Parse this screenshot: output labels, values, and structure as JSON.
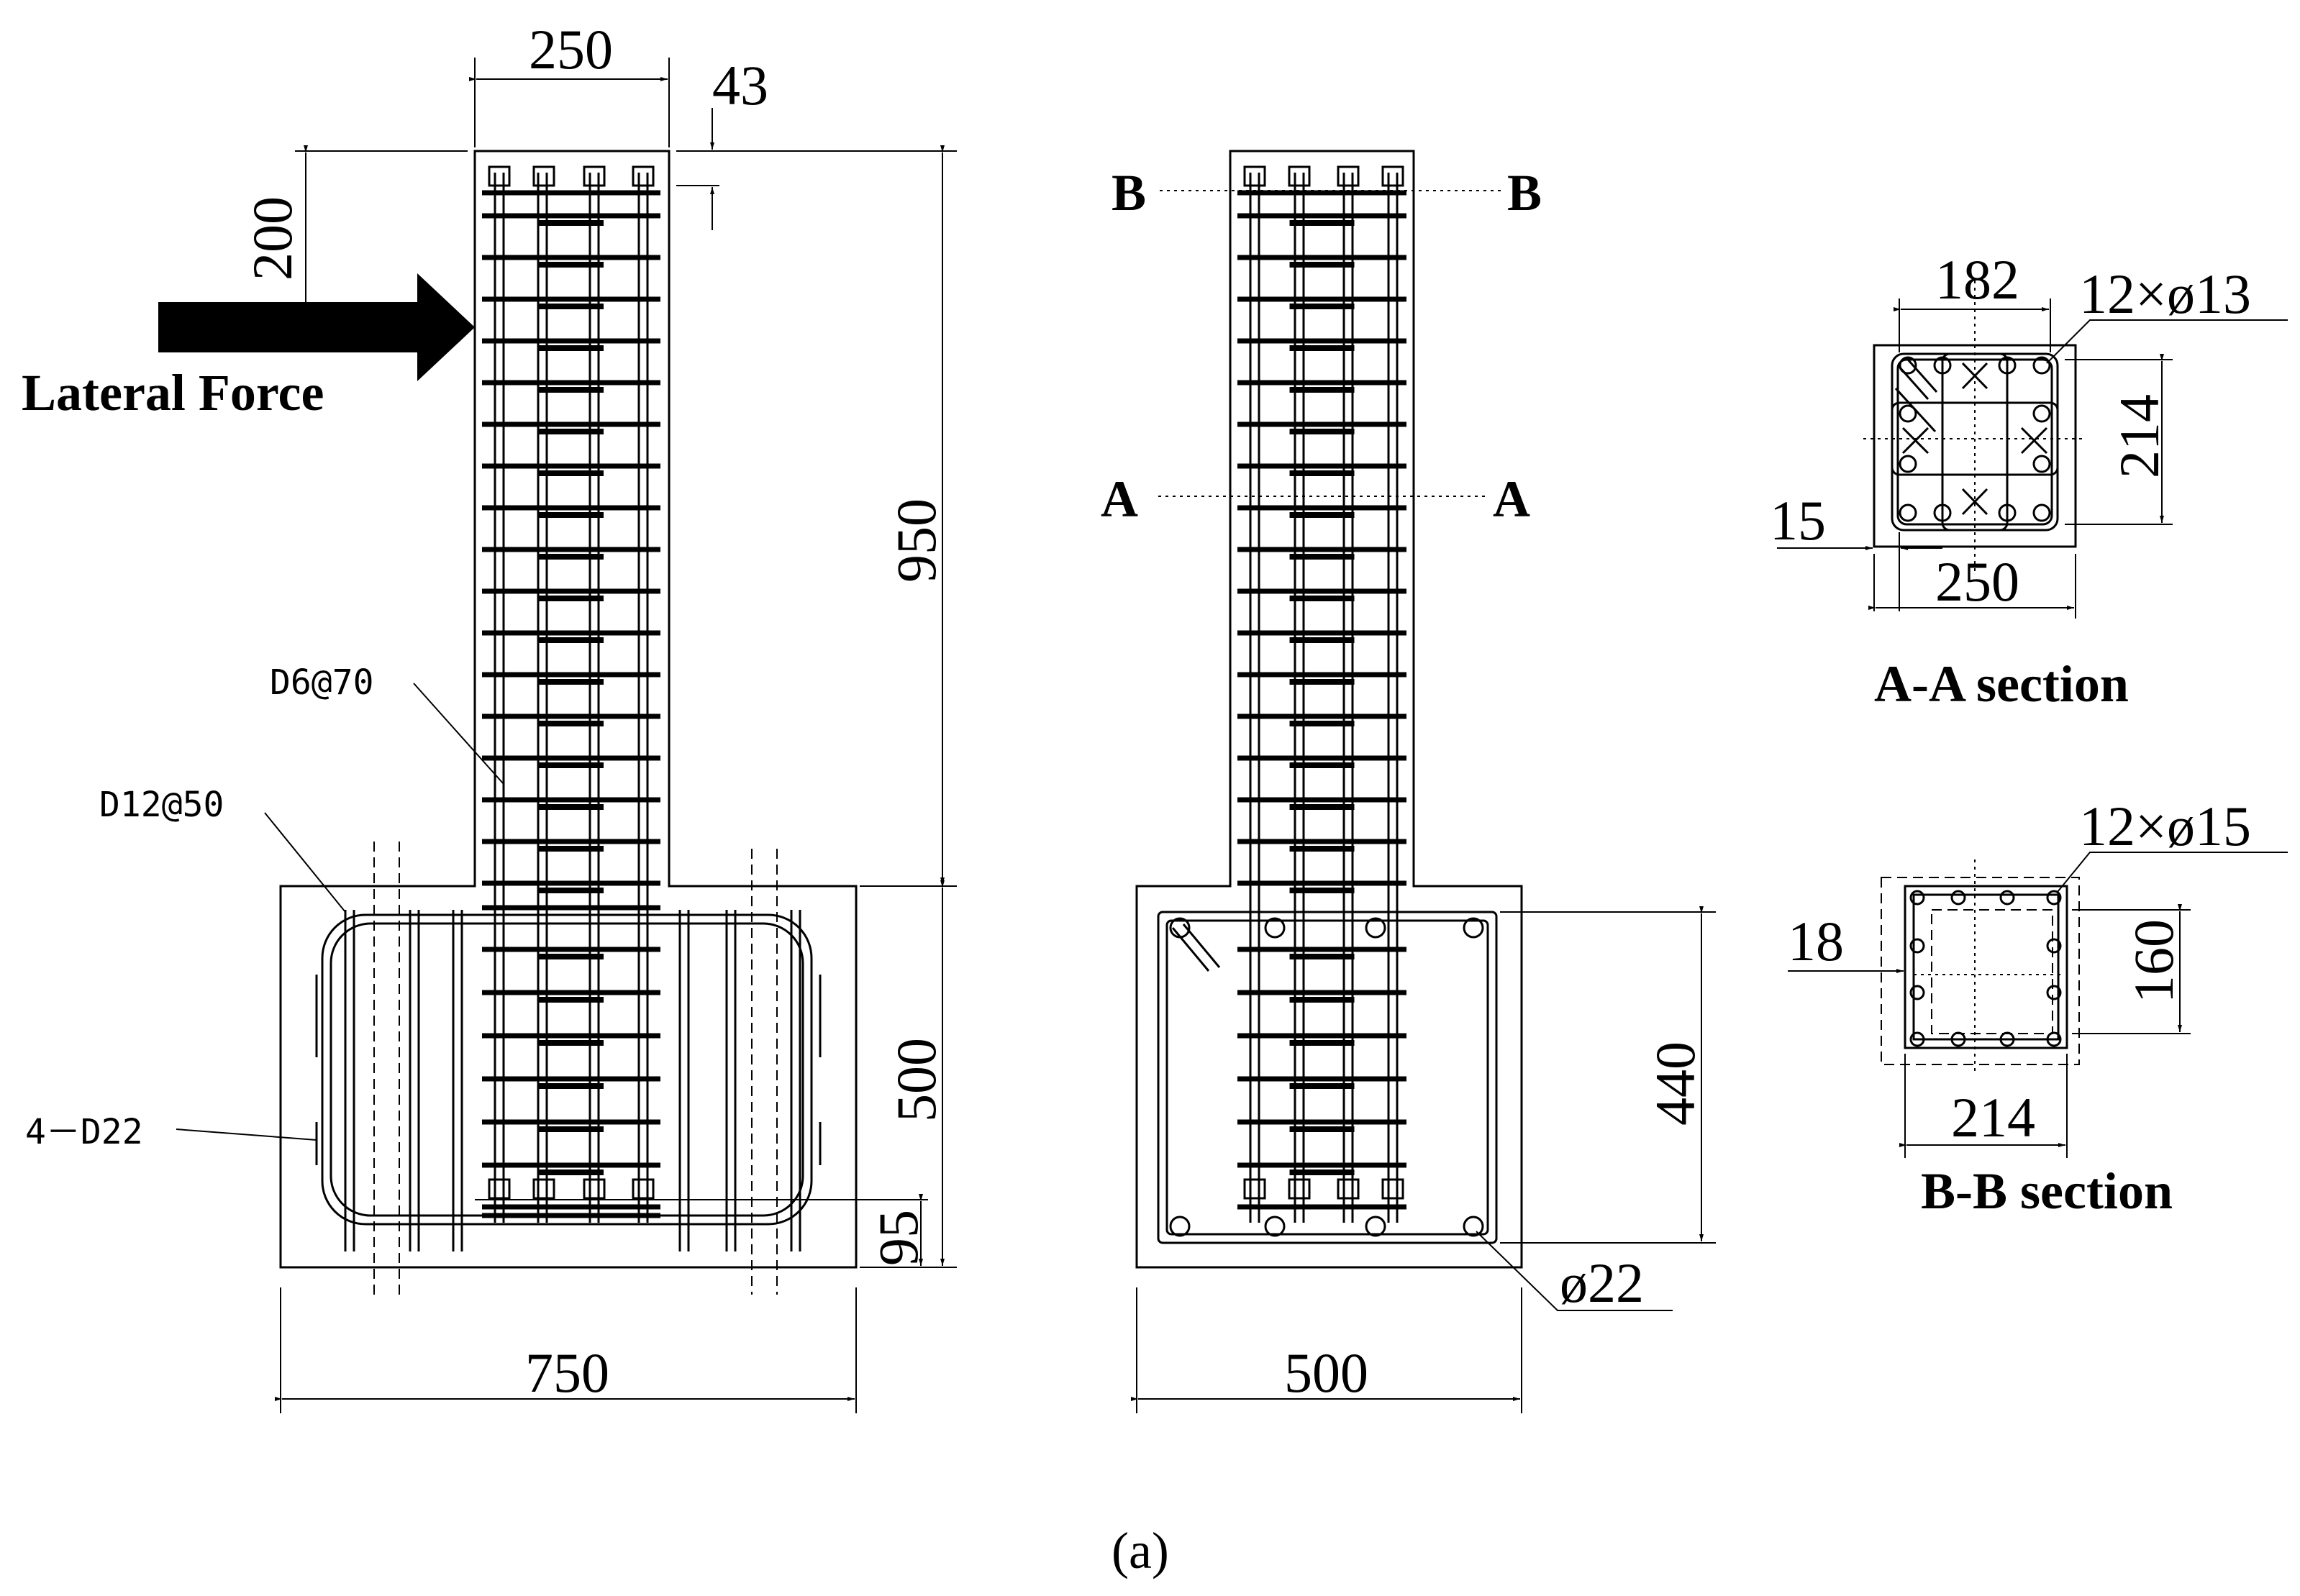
{
  "elevation": {
    "dim_column_width": "250",
    "dim_cover_top": "43",
    "dim_load_height": "200",
    "dim_column_height": "950",
    "dim_footing_height": "500",
    "dim_bottom_anchor": "95",
    "dim_footing_width": "750",
    "load_label": "Lateral Force",
    "hoop_label": "D6@70",
    "footing_hoop_label": "D12@50",
    "footing_bar_label": "4－D22"
  },
  "side_view": {
    "section_marker_b": "B",
    "section_marker_a": "A",
    "dim_footing_inner": "440",
    "dim_footing_width": "500",
    "bar_label": "ø22"
  },
  "section_aa": {
    "dim_core_width": "182",
    "rebar_label": "12×ø13",
    "dim_core_height": "214",
    "dim_cover": "15",
    "dim_width": "250",
    "title": "A-A section"
  },
  "section_bb": {
    "rebar_label": "12×ø15",
    "dim_cover": "18",
    "dim_core_height": "160",
    "dim_width": "214",
    "title": "B-B section"
  },
  "caption": "(a)"
}
